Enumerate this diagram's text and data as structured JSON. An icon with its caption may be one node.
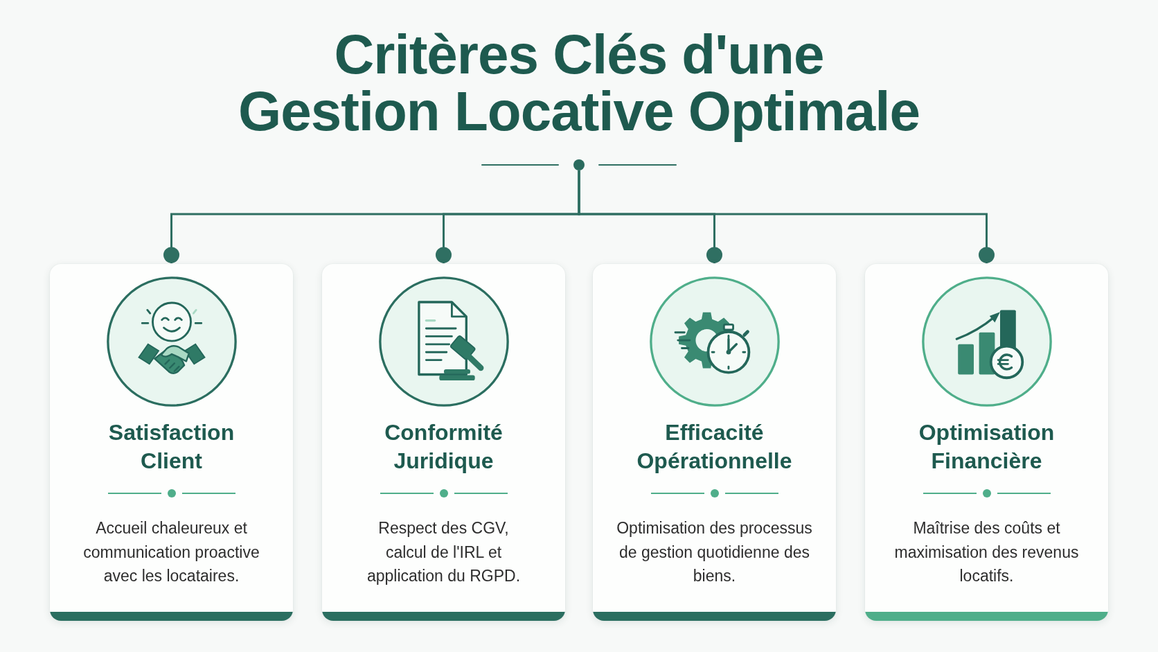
{
  "diagram": {
    "title": "Critères Clés d'une Gestion Locative Optimale",
    "nodes": [
      {
        "text": [],
        "shape": "circle"
      },
      {
        "text": [
          "Satisfaction Client",
          "Accueil chaleureux et communication proactive avec les locataires."
        ]
      },
      {
        "text": [
          "Conformité Juridique",
          "Respect des CGV, calcul de l'IRL et application du RGPD."
        ]
      },
      {
        "text": [
          "Efficacité Opérationnelle",
          "Optimisation des processus de gestion quotidienne des biens."
        ]
      },
      {
        "text": [
          "Optimisation Financière",
          "Maîtrise des coûts et maximisation des revenus locatifs."
        ]
      }
    ],
    "edges": [
      {
        "from": 0,
        "to": 1,
        "arrow": "other"
      },
      {
        "from": 0,
        "to": 2,
        "arrow": "other"
      },
      {
        "from": 0,
        "to": 3,
        "arrow": "other"
      },
      {
        "from": 0,
        "to": 4,
        "arrow": "other"
      }
    ]
  }
}
